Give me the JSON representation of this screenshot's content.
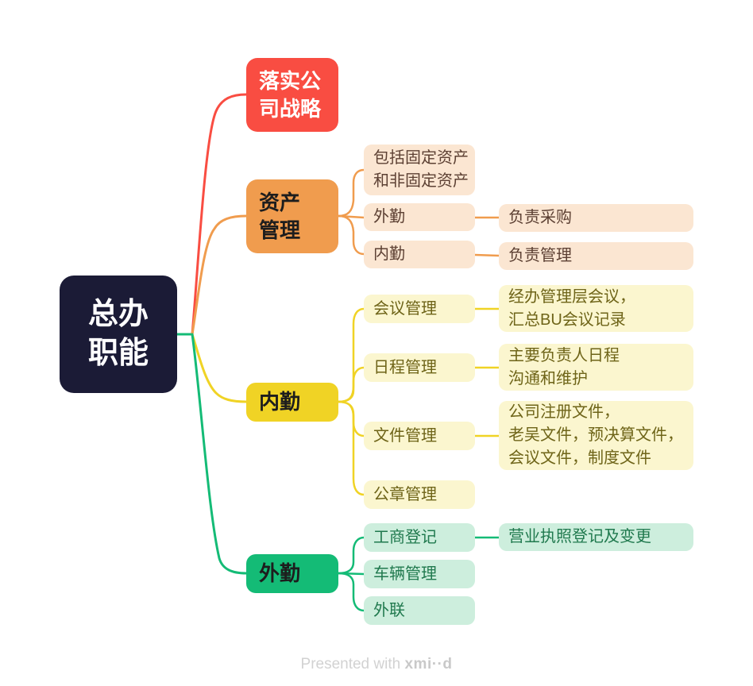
{
  "colors": {
    "root_bg": "#1b1b36",
    "root_text": "#ffffff",
    "red": "#f94d42",
    "orange": "#f09c4e",
    "yellow": "#f0d325",
    "green": "#14bb76",
    "branch_text_dark": "#1d1d1d",
    "branch_text_light": "#ffffff",
    "orange_light": "#fbe6d2",
    "orange_light_text": "#5c4033",
    "yellow_light": "#fbf6cf",
    "yellow_light_text": "#6e6418",
    "green_light": "#cdeedd",
    "green_light_text": "#20794e"
  },
  "root": {
    "label": "总办\n职能"
  },
  "branches": {
    "strategy": {
      "label": "落实公\n司战略"
    },
    "assets": {
      "label": "资产\n管理",
      "children": {
        "scope": {
          "label": "包括固定资产\n和非固定资产"
        },
        "field": {
          "label": "外勤",
          "detail": "负责采购"
        },
        "office": {
          "label": "内勤",
          "detail": "负责管理"
        }
      }
    },
    "internal": {
      "label": "内勤",
      "children": {
        "meeting": {
          "label": "会议管理",
          "detail": "经办管理层会议，\n汇总BU会议记录"
        },
        "schedule": {
          "label": "日程管理",
          "detail": "主要负责人日程\n沟通和维护"
        },
        "document": {
          "label": "文件管理",
          "detail": "公司注册文件，\n老吴文件，预决算文件，\n会议文件，制度文件"
        },
        "seal": {
          "label": "公章管理"
        }
      }
    },
    "external": {
      "label": "外勤",
      "children": {
        "registration": {
          "label": "工商登记",
          "detail": "营业执照登记及变更"
        },
        "vehicle": {
          "label": "车辆管理"
        },
        "liaison": {
          "label": "外联"
        }
      }
    }
  },
  "footer": {
    "presented_with": "Presented with ",
    "brand": "xmi··d"
  }
}
